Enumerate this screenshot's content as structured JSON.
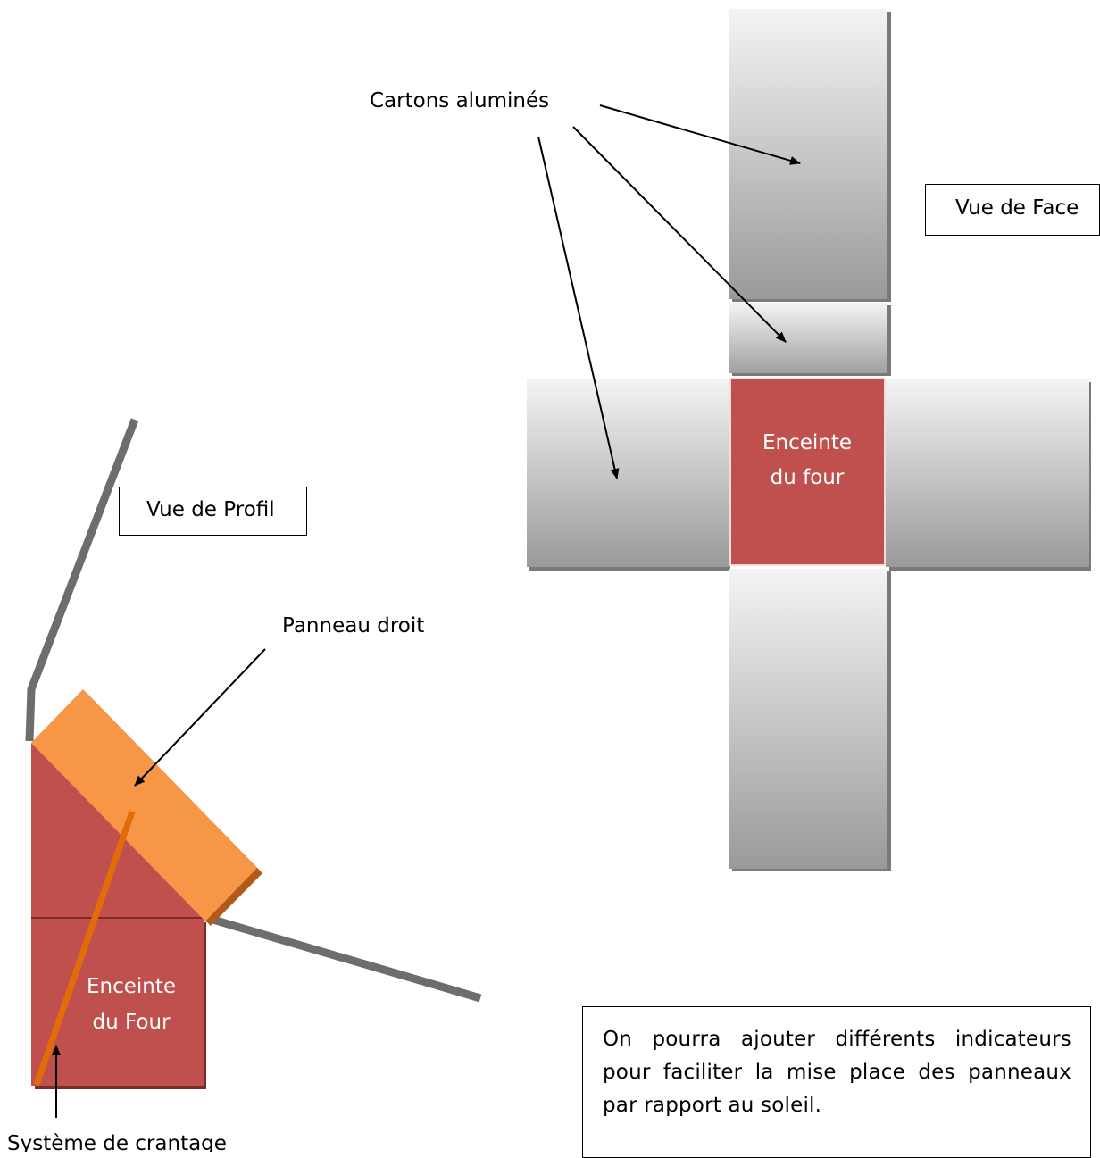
{
  "labels": {
    "cartons": "Cartons aluminés",
    "vue_face": "Vue de Face",
    "vue_profil": "Vue de Profil",
    "panneau_droit": "Panneau droit",
    "systeme_crantage": "Système de crantage",
    "enceinte_face_line1": "Enceinte",
    "enceinte_face_line2": "du four",
    "enceinte_profil_line1": "Enceinte",
    "enceinte_profil_line2": "du Four"
  },
  "note": "On pourra ajouter différents indicateurs pour faciliter la mise place des panneaux par rapport au soleil.",
  "colors": {
    "oven_red": "#c0504d",
    "panel_orange": "#f79646",
    "panel_orange_dark": "#e36c0a",
    "carton_gray": "#d0d0d0",
    "stand_gray": "#6d6d6d"
  }
}
